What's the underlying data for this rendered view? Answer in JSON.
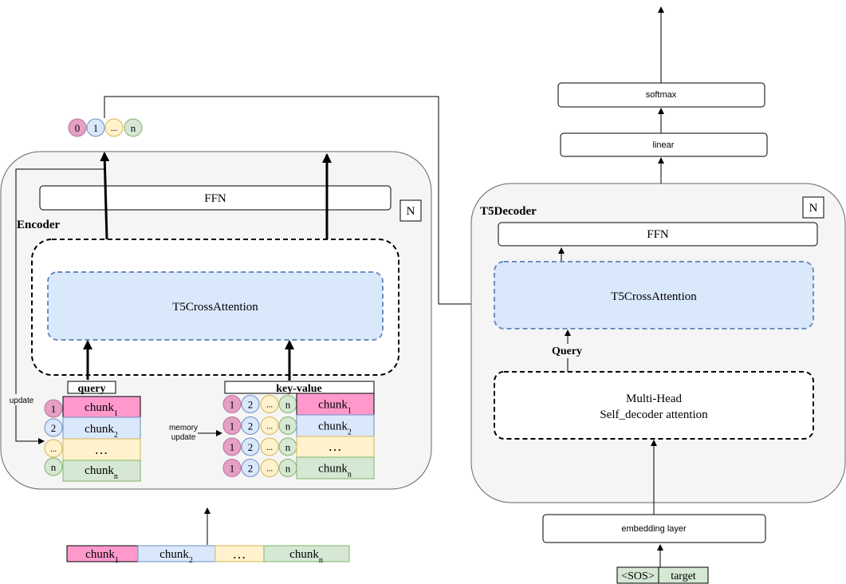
{
  "encoder": {
    "label": "Encoder",
    "n_label": "N",
    "ffn_label": "FFN",
    "cross_attention_label": "T5CrossAttention",
    "query_label": "query",
    "key_value_label": "key-value",
    "update_label": "update",
    "memory_update_label_line1": "memory",
    "memory_update_label_line2": "update",
    "memory_tokens": [
      "0",
      "1",
      "...",
      "n"
    ],
    "query_chunks": [
      {
        "token": "1",
        "base": "chunk",
        "sub": "1",
        "color": "#ff99cc"
      },
      {
        "token": "2",
        "base": "chunk",
        "sub": "2",
        "color": "#dae8fc"
      },
      {
        "token": "...",
        "base": "…",
        "sub": "",
        "color": "#fff2cc"
      },
      {
        "token": "n",
        "base": "chunk",
        "sub": "n",
        "color": "#d5e8d4"
      }
    ],
    "kv_rows": [
      {
        "tokens": [
          "1",
          "2",
          "...",
          "n"
        ],
        "base": "chunk",
        "sub": "1",
        "color": "#ff99cc"
      },
      {
        "tokens": [
          "1",
          "2",
          "...",
          "n"
        ],
        "base": "chunk",
        "sub": "2",
        "color": "#dae8fc"
      },
      {
        "tokens": [
          "1",
          "2",
          "...",
          "n"
        ],
        "base": "…",
        "sub": "",
        "color": "#fff2cc"
      },
      {
        "tokens": [
          "1",
          "2",
          "...",
          "n"
        ],
        "base": "chunk",
        "sub": "n",
        "color": "#d5e8d4"
      }
    ]
  },
  "input_chunks": [
    {
      "base": "chunk",
      "sub": "1",
      "color": "#ff99cc"
    },
    {
      "base": "chunk",
      "sub": "2",
      "color": "#dae8fc"
    },
    {
      "base": "…",
      "sub": "",
      "color": "#fff2cc"
    },
    {
      "base": "chunk",
      "sub": "n",
      "color": "#d5e8d4"
    }
  ],
  "decoder": {
    "label": "T5Decoder",
    "n_label": "N",
    "ffn_label": "FFN",
    "cross_attention_label": "T5CrossAttention",
    "query_label": "Query",
    "self_attention_line1": "Multi-Head",
    "self_attention_line2": "Self_decoder attention",
    "embedding_label": "embedding layer",
    "linear_label": "linear",
    "softmax_label": "softmax",
    "target_tokens": [
      "<SOS>",
      "target"
    ]
  },
  "colors": {
    "pink": "#ff99cc",
    "blue": "#dae8fc",
    "yellow": "#fff2cc",
    "green": "#d5e8d4",
    "token_0": "#e6a0c4",
    "dashed_blue_stroke": "#6c8ebf",
    "container_fill": "#f5f5f5"
  }
}
